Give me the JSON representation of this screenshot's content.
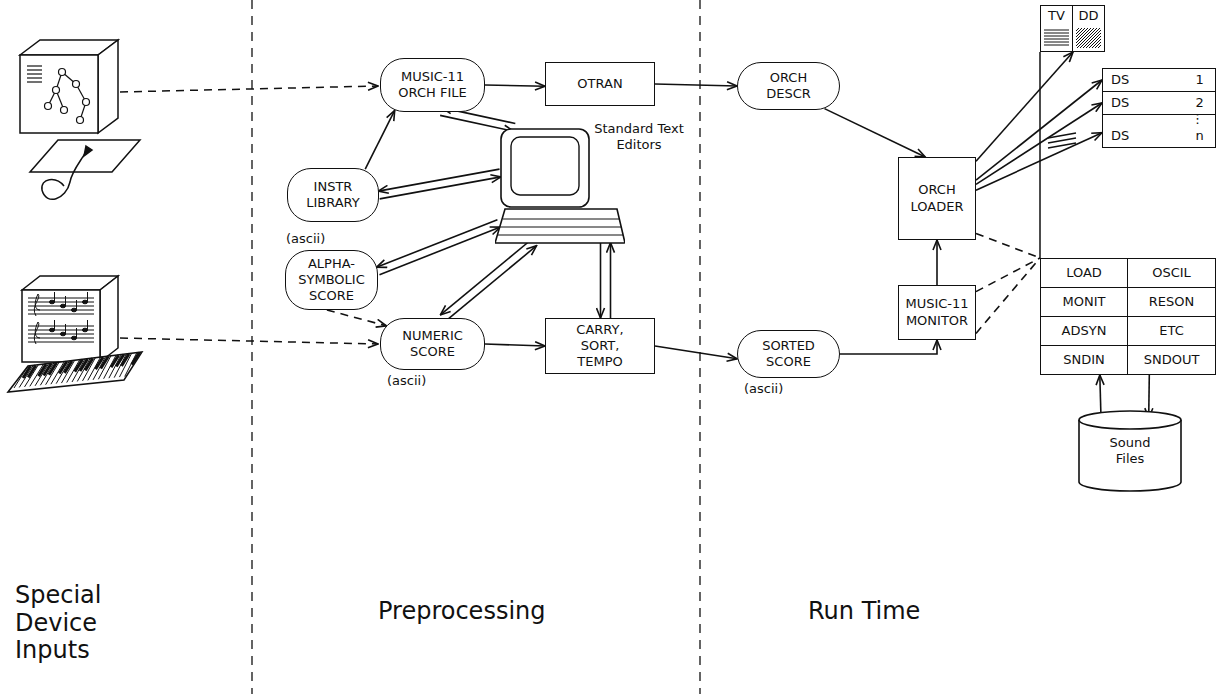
{
  "diagram": {
    "nodes": [
      {
        "text": [
          "MUSIC-11 ORCH FILE"
        ]
      },
      {
        "text": [
          "OTRAN"
        ]
      },
      {
        "text": [
          "ORCH DESCR"
        ]
      },
      {
        "text": [
          "INSTR LIBRARY"
        ]
      },
      {
        "text": [
          "Standard Text Editors"
        ]
      },
      {
        "text": [
          "(ascii)",
          "ALPHA- SYMBOLIC SCORE"
        ]
      },
      {
        "text": [
          "NUMERIC SCORE",
          "(ascii)"
        ]
      },
      {
        "text": [
          "CARRY, SORT, TEMPO"
        ]
      },
      {
        "text": [
          "SORTED SCORE",
          "(ascii)"
        ]
      },
      {
        "text": [
          "ORCH LOADER"
        ]
      },
      {
        "text": [
          "MUSIC-11 MONITOR"
        ]
      },
      {
        "text": [
          "TV"
        ]
      },
      {
        "text": [
          "DD"
        ]
      },
      {
        "text": [
          "DS 1"
        ]
      },
      {
        "text": [
          "DS 2"
        ]
      },
      {
        "text": [
          "DS n"
        ]
      },
      {
        "text": [
          "LOAD"
        ]
      },
      {
        "text": [
          "OSCIL"
        ]
      },
      {
        "text": [
          "MONIT"
        ]
      },
      {
        "text": [
          "RESON"
        ]
      },
      {
        "text": [
          "ADSYN"
        ]
      },
      {
        "text": [
          "ETC"
        ]
      },
      {
        "text": [
          "SNDIN"
        ]
      },
      {
        "text": [
          "SNDOUT"
        ]
      },
      {
        "text": [
          "Sound Files"
        ]
      }
    ],
    "edges": [
      {
        "from": 0,
        "to": 1,
        "arrow": "to"
      },
      {
        "from": 1,
        "to": 2,
        "arrow": "to"
      },
      {
        "from": 2,
        "to": 9,
        "arrow": "to"
      },
      {
        "from": 3,
        "to": 0,
        "arrow": "to"
      },
      {
        "from": 0,
        "to": 4,
        "arrow": "to"
      },
      {
        "from": 4,
        "to": 0,
        "arrow": "to"
      },
      {
        "from": 3,
        "to": 4,
        "arrow": "to"
      },
      {
        "from": 4,
        "to": 3,
        "arrow": "to"
      },
      {
        "from": 5,
        "to": 4,
        "arrow": "to"
      },
      {
        "from": 4,
        "to": 5,
        "arrow": "to"
      },
      {
        "from": 6,
        "to": 4,
        "arrow": "to"
      },
      {
        "from": 4,
        "to": 6,
        "arrow": "to"
      },
      {
        "from": 4,
        "to": 7,
        "arrow": "to"
      },
      {
        "from": 7,
        "to": 4,
        "arrow": "to"
      },
      {
        "from": 5,
        "to": 6,
        "arrow": "to"
      },
      {
        "from": 6,
        "to": 7,
        "arrow": "to"
      },
      {
        "from": 7,
        "to": 8,
        "arrow": "to"
      },
      {
        "from": 8,
        "to": 10,
        "arrow": "to"
      },
      {
        "from": 10,
        "to": 9,
        "arrow": "to"
      },
      {
        "from": 9,
        "to": 11,
        "arrow": "to"
      },
      {
        "from": 9,
        "to": 13,
        "arrow": "to"
      },
      {
        "from": 9,
        "to": 14,
        "arrow": "to"
      },
      {
        "from": 9,
        "to": 15,
        "arrow": "to"
      },
      {
        "from": 9,
        "to": 16,
        "arrow": "none"
      },
      {
        "from": 10,
        "to": 16,
        "arrow": "none"
      },
      {
        "from": 10,
        "to": 16,
        "arrow": "none"
      },
      {
        "from": 24,
        "to": 22,
        "arrow": "to"
      },
      {
        "from": 23,
        "to": 24,
        "arrow": "to"
      }
    ],
    "labels": [
      "⋮",
      "Special Device Inputs",
      "Preprocessing",
      "Run Time"
    ]
  }
}
